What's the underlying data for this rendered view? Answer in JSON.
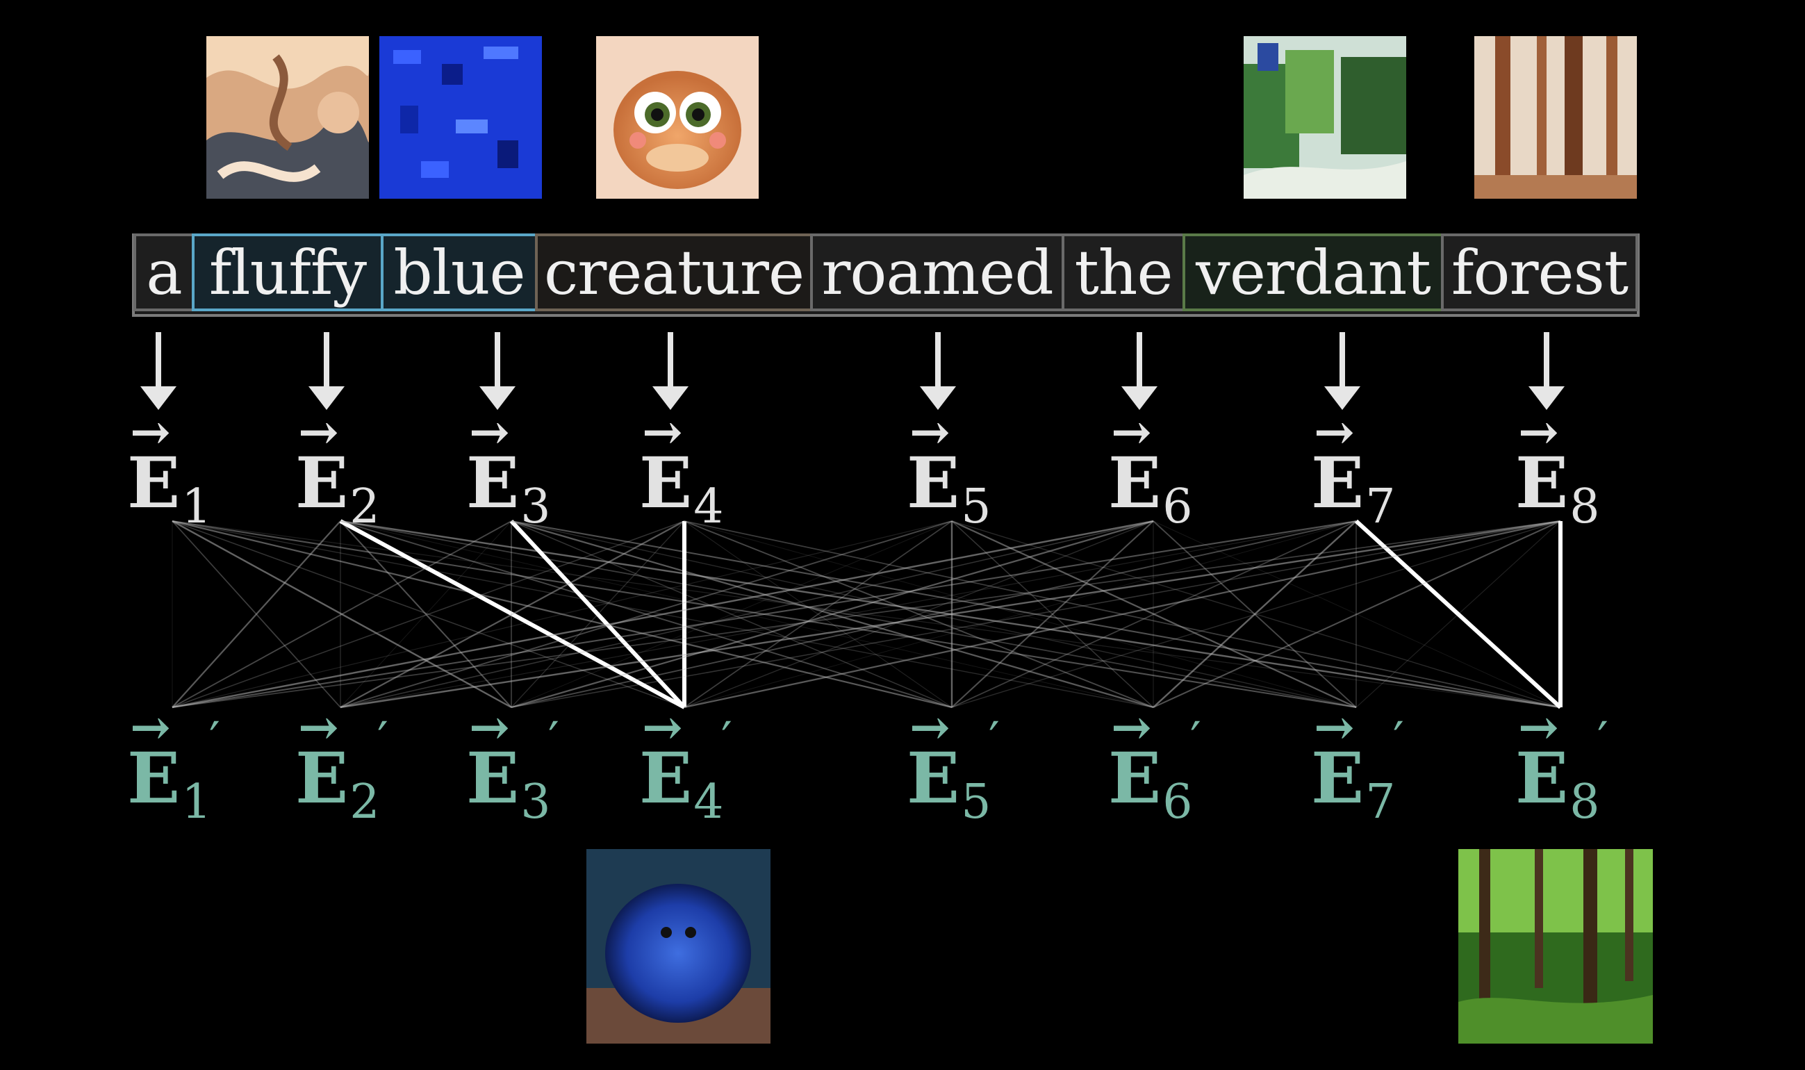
{
  "tokens": [
    {
      "text": "a",
      "border": "#6a6a6a",
      "bg": "#1e1e1e"
    },
    {
      "text": "fluffy",
      "border": "#5aa7c8",
      "bg": "#15242c"
    },
    {
      "text": "blue",
      "border": "#5aa7c8",
      "bg": "#15242c"
    },
    {
      "text": "creature",
      "border": "#6f6355",
      "bg": "#1c1a18"
    },
    {
      "text": "roamed",
      "border": "#6a6a6a",
      "bg": "#1e1e1e"
    },
    {
      "text": "the",
      "border": "#6a6a6a",
      "bg": "#1e1e1e"
    },
    {
      "text": "verdant",
      "border": "#5a7a48",
      "bg": "#18221a"
    },
    {
      "text": "forest",
      "border": "#6a6a6a",
      "bg": "#1e1e1e"
    }
  ],
  "embeddings": {
    "input": [
      "1",
      "2",
      "3",
      "4",
      "5",
      "6",
      "7",
      "8"
    ],
    "output": [
      "1",
      "2",
      "3",
      "4",
      "5",
      "6",
      "7",
      "8"
    ],
    "symbol": "E",
    "input_color": "#e2e2e2",
    "output_color": "#7bb8a6"
  },
  "images": {
    "top": [
      {
        "name": "fluffy-texture-image",
        "for_token": "fluffy"
      },
      {
        "name": "blue-texture-image",
        "for_token": "blue"
      },
      {
        "name": "creature-image",
        "for_token": "creature"
      },
      {
        "name": "verdant-painting-image",
        "for_token": "verdant"
      },
      {
        "name": "forest-sketch-image",
        "for_token": "forest"
      }
    ],
    "bottom": [
      {
        "name": "fluffy-blue-creature-image",
        "for_token": "creature"
      },
      {
        "name": "verdant-forest-image",
        "for_token": "forest"
      }
    ]
  },
  "strong_connections": [
    {
      "from": 2,
      "to": 4
    },
    {
      "from": 3,
      "to": 4
    },
    {
      "from": 4,
      "to": 4
    },
    {
      "from": 7,
      "to": 8
    },
    {
      "from": 8,
      "to": 8
    }
  ],
  "subtitle": ""
}
